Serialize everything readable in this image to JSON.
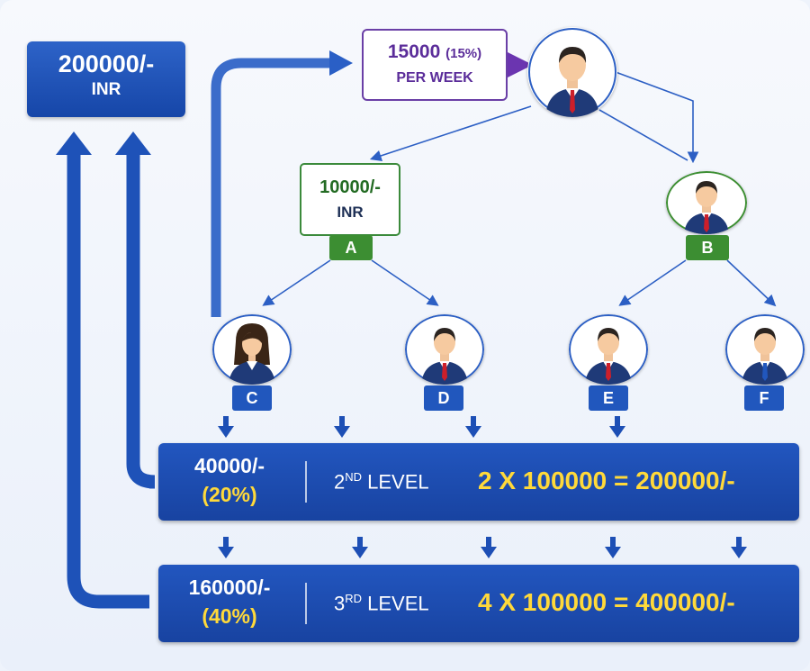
{
  "total_box": {
    "amount": "200000/-",
    "currency": "INR"
  },
  "weekly_box": {
    "amount": "15000",
    "percent": "(15%)",
    "period": "PER WEEK"
  },
  "a_box": {
    "amount": "10000/-",
    "currency": "INR"
  },
  "nodes": {
    "a": "A",
    "b": "B",
    "c": "C",
    "d": "D",
    "e": "E",
    "f": "F"
  },
  "level2": {
    "amount": "40000/-",
    "percent": "(20%)",
    "level_num": "2",
    "level_suffix": "ND",
    "level_word": " LEVEL",
    "equation": "2 X 100000 = 200000/-"
  },
  "level3": {
    "amount": "160000/-",
    "percent": "(40%)",
    "level_num": "3",
    "level_suffix": "RD",
    "level_word": " LEVEL",
    "equation": "4 X 100000 = 400000/-"
  },
  "colors": {
    "primary_blue": "#1d4fb5",
    "accent_yellow": "#ffd93a",
    "purple": "#5b2d9a",
    "green": "#3c8e32"
  }
}
